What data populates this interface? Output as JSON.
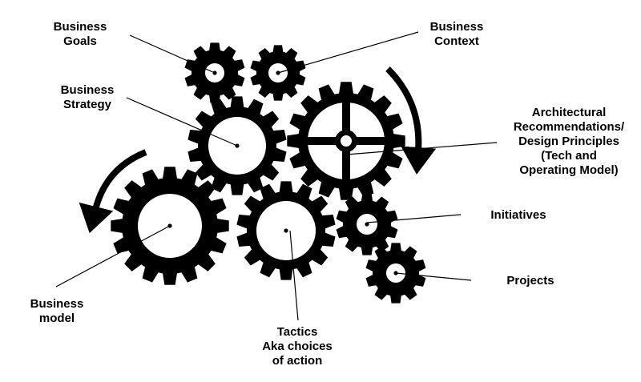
{
  "colors": {
    "gear": "#000000",
    "background": "#ffffff",
    "text": "#000000"
  },
  "gears": [
    {
      "id": "business-goals"
    },
    {
      "id": "business-context"
    },
    {
      "id": "business-strategy"
    },
    {
      "id": "architectural-recommendations"
    },
    {
      "id": "business-model"
    },
    {
      "id": "tactics"
    },
    {
      "id": "initiatives"
    },
    {
      "id": "projects"
    }
  ],
  "labels": {
    "business_goals": [
      "Business",
      "Goals"
    ],
    "business_context": [
      "Business",
      "Context"
    ],
    "business_strategy": [
      "Business",
      "Strategy"
    ],
    "architectural": [
      "Architectural",
      "Recommendations/",
      "Design Principles",
      "(Tech and",
      "Operating Model)"
    ],
    "initiatives": [
      "Initiatives"
    ],
    "projects": [
      "Projects"
    ],
    "business_model": [
      "Business",
      "model"
    ],
    "tactics": [
      "Tactics",
      "Aka choices",
      "of action"
    ]
  }
}
